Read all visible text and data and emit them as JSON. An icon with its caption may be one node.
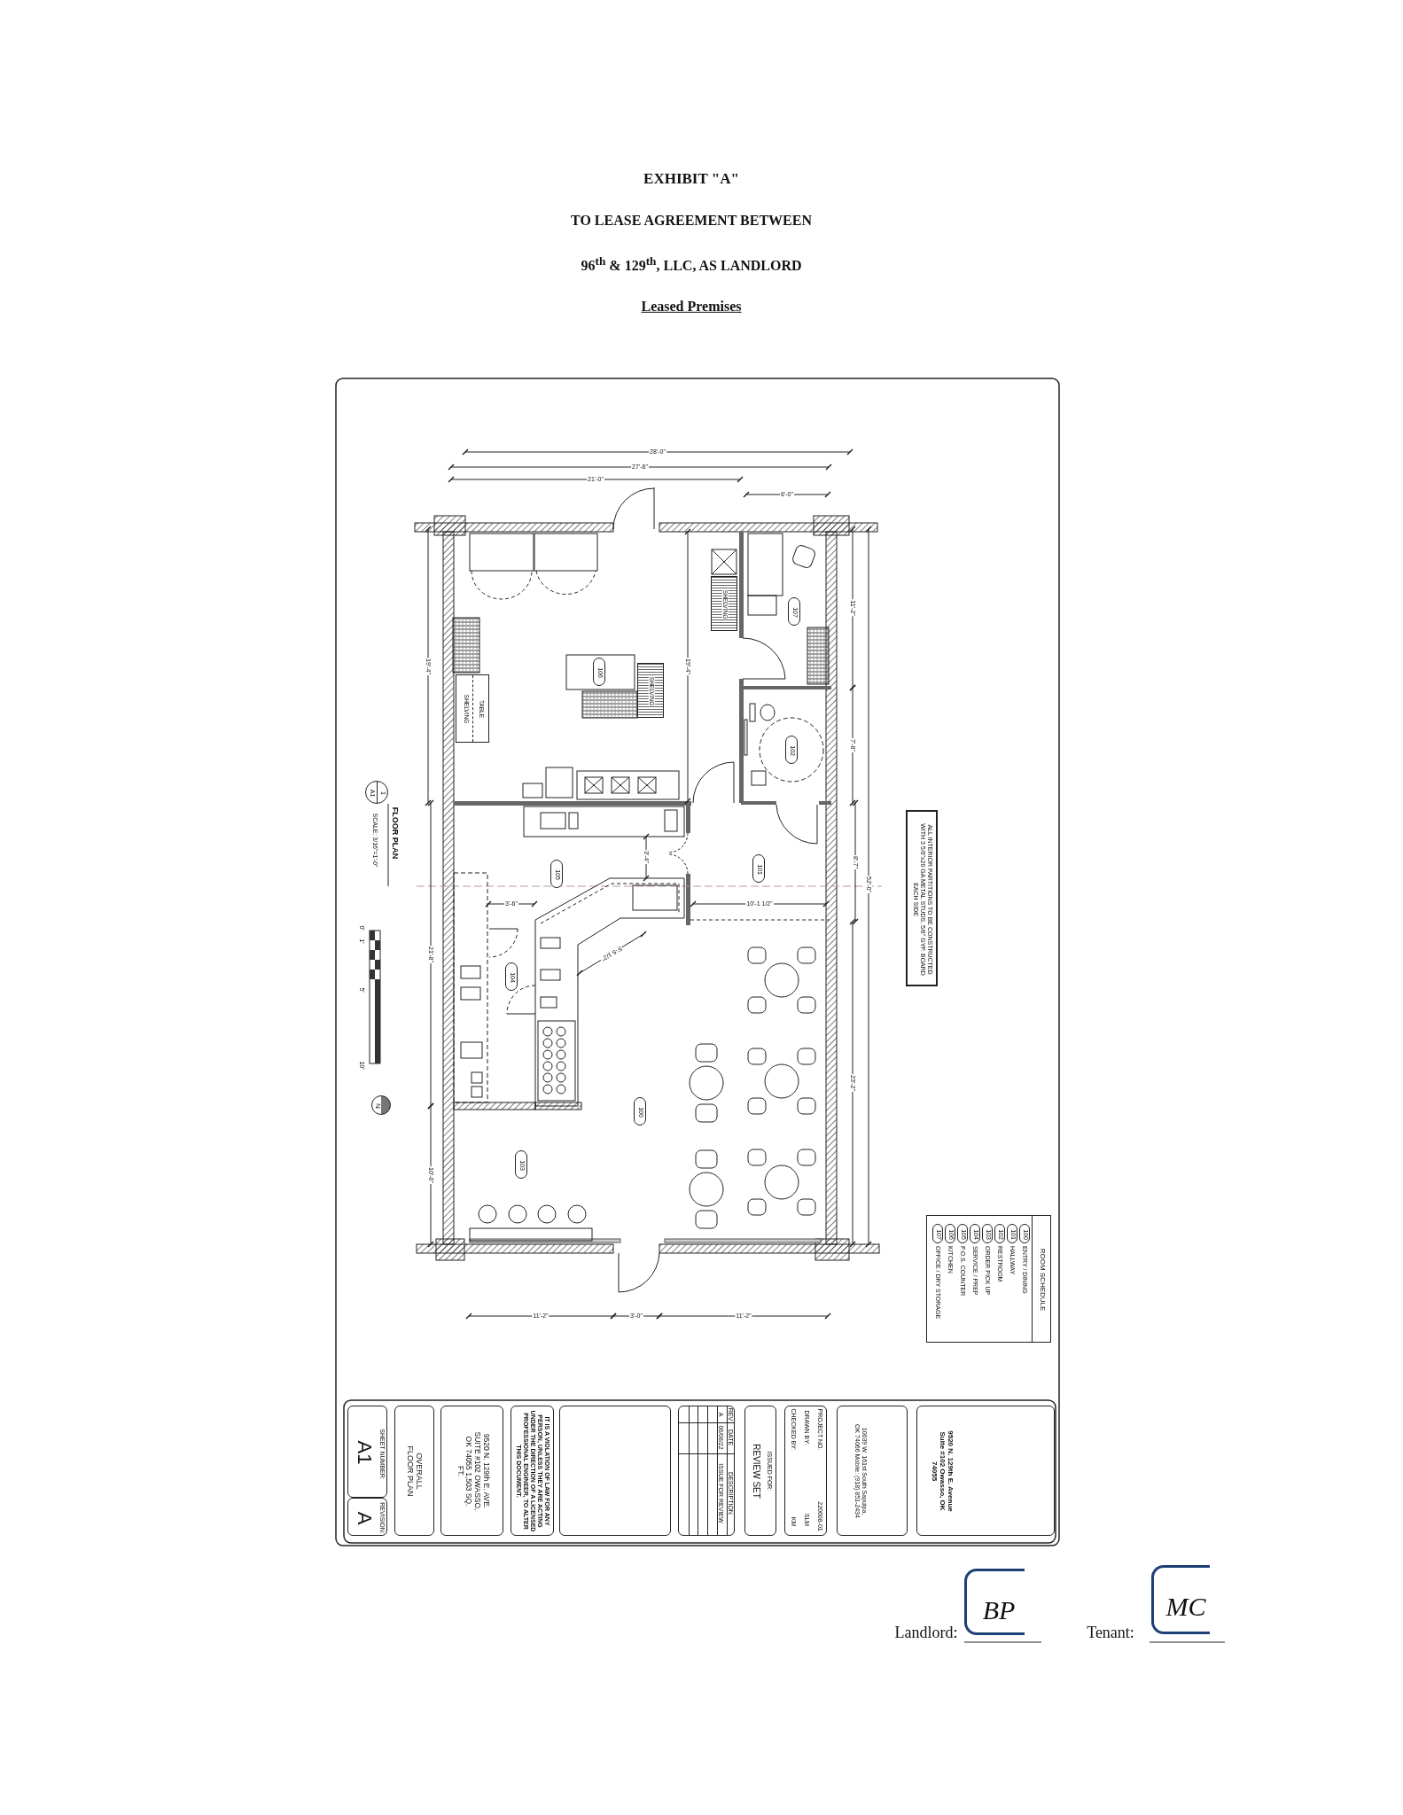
{
  "diagram": {
    "title": "EXHIBIT \"A\"",
    "nodes": [
      {
        "text": [
          "106"
        ]
      },
      {
        "text": [
          "SHELVING"
        ]
      },
      {
        "text": [
          "107"
        ]
      },
      {
        "text": [
          "SHELVING"
        ]
      },
      {
        "text": [
          "TABLE",
          "SHELVING"
        ]
      },
      {
        "text": [
          "102"
        ]
      },
      {
        "text": [
          "105"
        ]
      },
      {
        "text": [
          "101"
        ]
      },
      {
        "text": [
          "104"
        ]
      },
      {
        "text": [
          "100"
        ]
      },
      {
        "text": [
          "103"
        ]
      },
      {
        "text": [
          "ALL INTERIOR PARTITIONS TO BE CONSTRUCTED WITH 3 5/8\"x20 GA METAL STUDS, 5/8\" GYP. BOARD EACH SIDE"
        ]
      },
      {
        "text": [
          "1",
          "A1"
        ],
        "beside": [
          "FLOOR PLAN",
          "SCALE: 3/16\"=1'-0\""
        ]
      },
      {
        "text": [
          "N"
        ]
      },
      {
        "text": [
          "ROOM SCHEDULE"
        ]
      },
      {
        "text": [
          "100"
        ],
        "in": 14,
        "beside": [
          "ENTRY / DINING"
        ]
      },
      {
        "text": [
          "101"
        ],
        "in": 14,
        "beside": [
          "HALLWAY"
        ]
      },
      {
        "text": [
          "102"
        ],
        "in": 14,
        "beside": [
          "RESTROOM"
        ]
      },
      {
        "text": [
          "103"
        ],
        "in": 14,
        "beside": [
          "ORDER PICK UP"
        ]
      },
      {
        "text": [
          "104"
        ],
        "in": 14,
        "beside": [
          "SERVICE / PREP"
        ]
      },
      {
        "text": [
          "105"
        ],
        "in": 14,
        "beside": [
          "P.O.S. COUNTER"
        ]
      },
      {
        "text": [
          "106"
        ],
        "in": 14,
        "beside": [
          "KITCHEN"
        ]
      },
      {
        "text": [
          "107"
        ],
        "in": 14,
        "beside": [
          "OFFICE / DRY STORAGE"
        ]
      },
      {
        "text": [
          "SHEET NUMBER:",
          "A1"
        ]
      },
      {
        "text": [
          "REVISION:",
          "A"
        ]
      },
      {
        "text": [
          "OVERALL FLOOR PLAN"
        ]
      },
      {
        "text": [
          "9520 N. 129th E. AVE. SUITE #102 OWASSO, OK 74055 1,503 SQ. FT."
        ]
      },
      {
        "text": [
          "IT IS A VIOLATION OF LAW FOR ANY PERSON, UNLESS THEY ARE ACTING UNDER THE DIRECTION OF A LICENSED PROFESSIONAL ENGINEER, TO ALTER THIS DOCUMENT."
        ]
      },
      {
        "text": [],
        "shape": "box"
      },
      {
        "text": [
          "REV",
          "DATE",
          "DESCRIPTION",
          "A",
          "06/08/22",
          "ISSUE FOR REVIEW"
        ]
      },
      {
        "text": [
          "ISSUED FOR:",
          "REVIEW SET"
        ]
      },
      {
        "text": [
          "PROJECT NO.",
          "220608-01",
          "DRAWN BY:",
          "SLM",
          "CHECKED BY:",
          "KM"
        ]
      },
      {
        "text": [
          "10039 W. 161st South Sapulpa, OK 74066 Mobile: (918) 851-2434"
        ]
      },
      {
        "text": [
          "9520 N. 129th E. Avenue Suite #102 Owasso, OK 74055"
        ]
      },
      {
        "text": [
          "BP"
        ]
      },
      {
        "text": [
          "MC"
        ]
      }
    ],
    "labels": [
      "TO LEASE AGREEMENT BETWEEN",
      "96$^{th}$ & 129$^{th}$, LLC, AS LANDLORD",
      "Leased Premises",
      "28'-0\"",
      "27'-6\"",
      "21'-0\"",
      "6'-0\"",
      "11'-2\"",
      "19'-4\"",
      "19'-4\"",
      "7'-8\"",
      "3'-4\"",
      "8'-7\"",
      "52'-0\"",
      "3'-6\"",
      "10'-1 1/2\"",
      "21'-8\"",
      "5'-5 1/2\"",
      "23'-2\"",
      "10'-0\"",
      "11'-2\"",
      "3'-0\"",
      "11'-2\"",
      "0'",
      "1'",
      "5'",
      "10'",
      "Landlord:",
      "Tenant:"
    ]
  }
}
